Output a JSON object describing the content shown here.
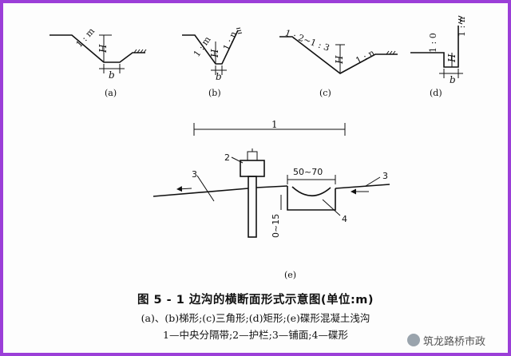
{
  "figure": {
    "title": "图 5 - 1   边沟的横断面形式示意图(单位:m)",
    "legend_line1": "(a)、(b)梯形;(c)三角形;(d)矩形;(e)碟形混凝土浅沟",
    "legend_line2": "1—中央分隔带;2—护栏;3—铺面;4—碟形"
  },
  "panels": {
    "a": {
      "label": "(a)",
      "slope_left": "1 : m",
      "depth": "H",
      "width": "b"
    },
    "b": {
      "label": "(b)",
      "slope_left": "1 : m",
      "slope_right": "1 : n",
      "depth": "H",
      "width": "b"
    },
    "c": {
      "label": "(c)",
      "slope_left": "1 : 2~1 : 3",
      "slope_right": "1 : n",
      "depth": "H"
    },
    "d": {
      "label": "(d)",
      "slope_left": "1 : 0",
      "slope_right": "1 : n",
      "depth": "H",
      "width": "b"
    },
    "e": {
      "label": "(e)",
      "dim_median": "1",
      "dim_width": "50~70",
      "dim_depth": "0~15",
      "callout_guardrail": "2",
      "callout_pavement_left": "3",
      "callout_pavement_right": "3",
      "callout_dish": "4"
    }
  },
  "watermark": {
    "text": "筑龙路桥市政"
  },
  "colors": {
    "frame": "#9b3fd8",
    "ink": "#111111"
  }
}
